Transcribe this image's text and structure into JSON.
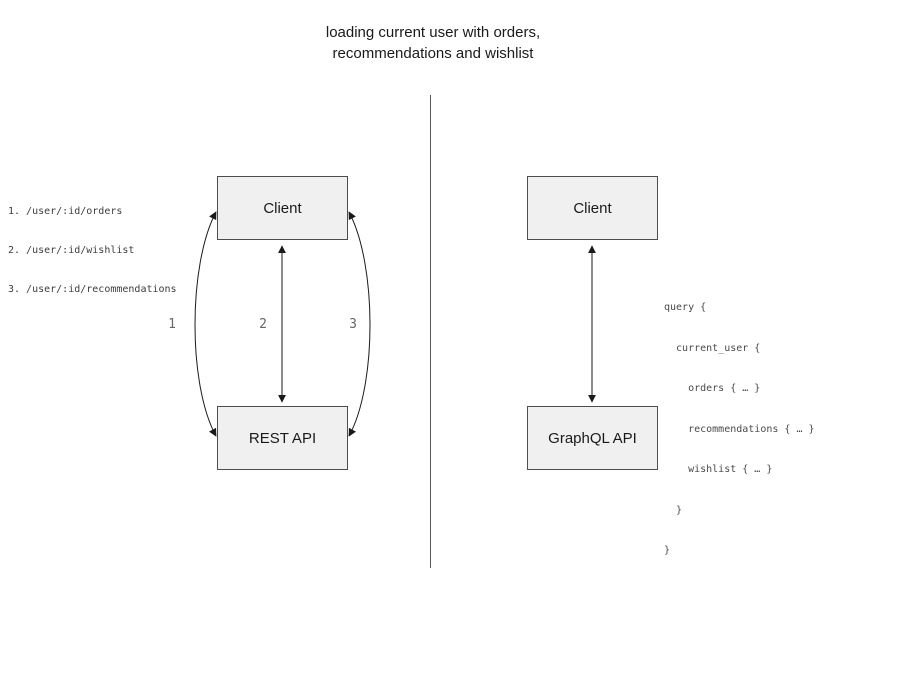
{
  "title": {
    "line1": "loading current user with orders,",
    "line2": "recommendations and wishlist"
  },
  "left_panel": {
    "endpoints": [
      "1. /user/:id/orders",
      "2. /user/:id/wishlist",
      "3. /user/:id/recommendations"
    ],
    "client_label": "Client",
    "api_label": "REST API",
    "arrow_labels": [
      "1",
      "2",
      "3"
    ]
  },
  "right_panel": {
    "client_label": "Client",
    "api_label": "GraphQL API",
    "query_lines": [
      "query {",
      "  current_user {",
      "    orders { … }",
      "    recommendations { … }",
      "    wishlist { … }",
      "  }",
      "}"
    ]
  },
  "colors": {
    "box_fill": "#f0f0f0",
    "box_border": "#4d4d4d",
    "arrow_stroke": "#1a1a1a",
    "code_text": "#4a4a4a",
    "divider": "#595959"
  }
}
